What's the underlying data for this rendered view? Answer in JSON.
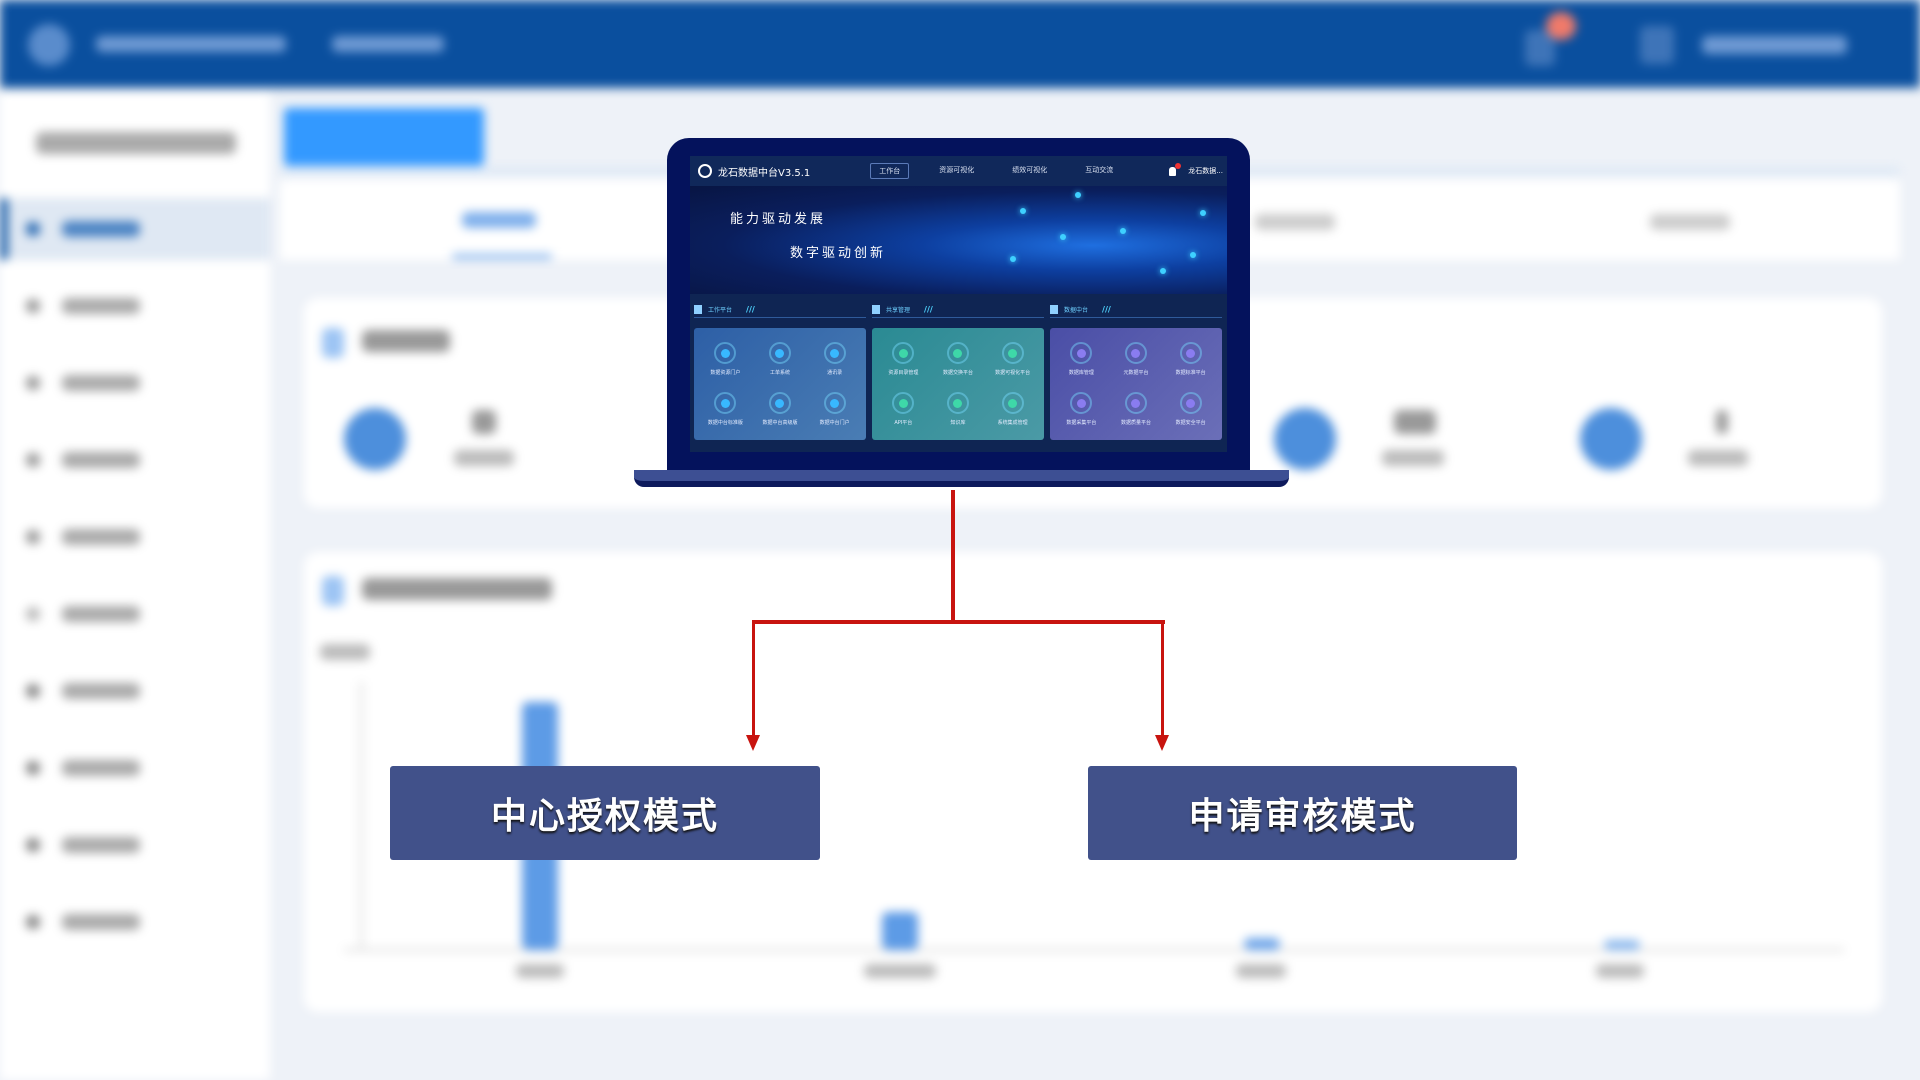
{
  "background_app": {
    "header": {
      "color": "#0a4f9e",
      "notification_badge_color": "#f07060"
    },
    "sidebar": {
      "item_count": 10,
      "active_index": 0
    },
    "active_tab_color": "#3399ff",
    "chart_bar_color": "#4d8fdc"
  },
  "laptop_app": {
    "title": "龙石数据中台V3.5.1",
    "nav": [
      {
        "label": "工作台",
        "active": true
      },
      {
        "label": "资源可视化",
        "active": false
      },
      {
        "label": "绩效可视化",
        "active": false
      },
      {
        "label": "互动交流",
        "active": false
      }
    ],
    "user": "龙石数据...",
    "banner": {
      "line1": "能力驱动发展",
      "line2": "数字驱动创新"
    },
    "sections": [
      {
        "title": "工作平台",
        "tiles": [
          "数据资源门户",
          "工单系统",
          "通讯录",
          "数据中台标准版",
          "数据中台高级版",
          "数据中台门户"
        ]
      },
      {
        "title": "共享管理",
        "tiles": [
          "资源目录管理",
          "数据交换平台",
          "数据可视化平台",
          "API平台",
          "知识库",
          "系统集成管理"
        ]
      },
      {
        "title": "数据中台",
        "tiles": [
          "数据库管理",
          "元数据平台",
          "数据标准平台",
          "数据采集平台",
          "数据质量平台",
          "数据安全平台"
        ]
      }
    ]
  },
  "diagram": {
    "connector_color": "#c8140f",
    "box_color": "#41518a",
    "modes": [
      {
        "label": "中心授权模式"
      },
      {
        "label": "申请审核模式"
      }
    ]
  }
}
